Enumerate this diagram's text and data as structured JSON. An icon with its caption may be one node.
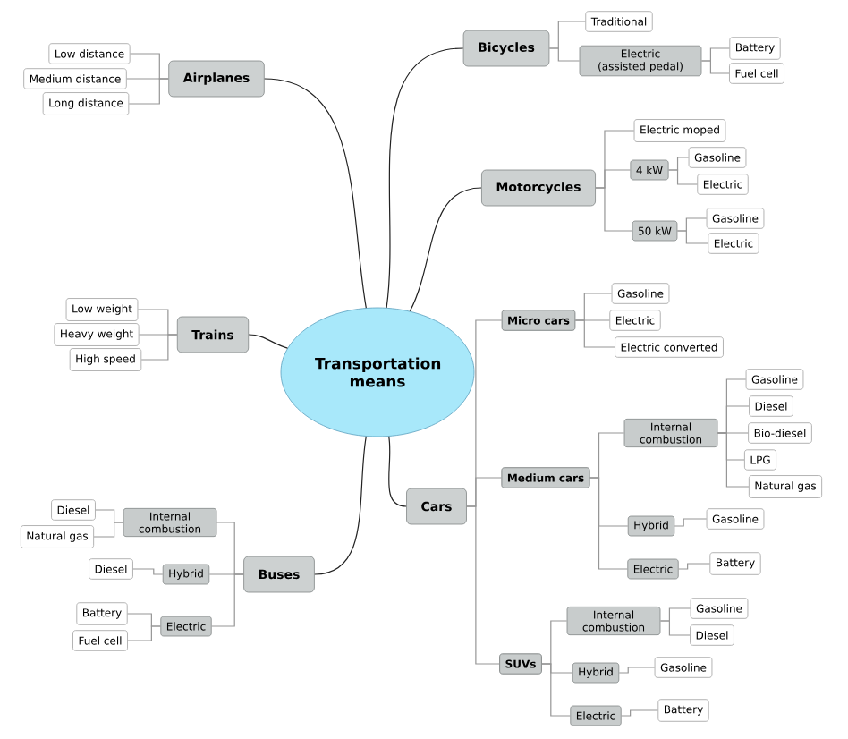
{
  "diagram": {
    "nodes": [
      {
        "text": [
          "Transportation means"
        ]
      },
      {
        "text": [
          "Airplanes"
        ]
      },
      {
        "text": [
          "Low distance"
        ]
      },
      {
        "text": [
          "Medium distance"
        ]
      },
      {
        "text": [
          "Long distance"
        ]
      },
      {
        "text": [
          "Trains"
        ]
      },
      {
        "text": [
          "Low weight"
        ]
      },
      {
        "text": [
          "Heavy weight"
        ]
      },
      {
        "text": [
          "High speed"
        ]
      },
      {
        "text": [
          "Bicycles"
        ]
      },
      {
        "text": [
          "Traditional"
        ]
      },
      {
        "text": [
          "Electric (assisted pedal)"
        ]
      },
      {
        "text": [
          "Battery"
        ]
      },
      {
        "text": [
          "Fuel cell"
        ]
      },
      {
        "text": [
          "Motorcycles"
        ]
      },
      {
        "text": [
          "Electric moped"
        ]
      },
      {
        "text": [
          "4 kW"
        ]
      },
      {
        "text": [
          "Gasoline"
        ]
      },
      {
        "text": [
          "Electric"
        ]
      },
      {
        "text": [
          "50 kW"
        ]
      },
      {
        "text": [
          "Gasoline"
        ]
      },
      {
        "text": [
          "Electric"
        ]
      },
      {
        "text": [
          "Cars"
        ]
      },
      {
        "text": [
          "Micro cars"
        ]
      },
      {
        "text": [
          "Gasoline"
        ]
      },
      {
        "text": [
          "Electric"
        ]
      },
      {
        "text": [
          "Electric converted"
        ]
      },
      {
        "text": [
          "Medium cars"
        ]
      },
      {
        "text": [
          "Internal combustion"
        ]
      },
      {
        "text": [
          "Gasoline"
        ]
      },
      {
        "text": [
          "Diesel"
        ]
      },
      {
        "text": [
          "Bio-diesel"
        ]
      },
      {
        "text": [
          "LPG"
        ]
      },
      {
        "text": [
          "Natural gas"
        ]
      },
      {
        "text": [
          "Hybrid"
        ]
      },
      {
        "text": [
          "Gasoline"
        ]
      },
      {
        "text": [
          "Electric"
        ]
      },
      {
        "text": [
          "Battery"
        ]
      },
      {
        "text": [
          "SUVs"
        ]
      },
      {
        "text": [
          "Internal combustion"
        ]
      },
      {
        "text": [
          "Gasoline"
        ]
      },
      {
        "text": [
          "Diesel"
        ]
      },
      {
        "text": [
          "Hybrid"
        ]
      },
      {
        "text": [
          "Gasoline"
        ]
      },
      {
        "text": [
          "Electric"
        ]
      },
      {
        "text": [
          "Battery"
        ]
      },
      {
        "text": [
          "Buses"
        ]
      },
      {
        "text": [
          "Internal combustion"
        ]
      },
      {
        "text": [
          "Diesel"
        ]
      },
      {
        "text": [
          "Natural gas"
        ]
      },
      {
        "text": [
          "Hybrid"
        ]
      },
      {
        "text": [
          "Diesel"
        ]
      },
      {
        "text": [
          "Electric"
        ]
      },
      {
        "text": [
          "Battery"
        ]
      },
      {
        "text": [
          "Fuel cell"
        ]
      }
    ],
    "edges": [
      {
        "from": 0,
        "to": 1,
        "arrow": "none",
        "color": "#222222"
      },
      {
        "from": 0,
        "to": 5,
        "arrow": "none",
        "color": "#222222"
      },
      {
        "from": 0,
        "to": 9,
        "arrow": "none",
        "color": "#222222"
      },
      {
        "from": 0,
        "to": 14,
        "arrow": "none",
        "color": "#222222"
      },
      {
        "from": 0,
        "to": 22,
        "arrow": "none",
        "color": "#222222"
      },
      {
        "from": 0,
        "to": 46,
        "arrow": "none",
        "color": "#222222"
      },
      {
        "from": 1,
        "to": 2,
        "arrow": "none"
      },
      {
        "from": 1,
        "to": 3,
        "arrow": "none"
      },
      {
        "from": 1,
        "to": 4,
        "arrow": "none"
      },
      {
        "from": 5,
        "to": 6,
        "arrow": "none"
      },
      {
        "from": 5,
        "to": 7,
        "arrow": "none"
      },
      {
        "from": 5,
        "to": 8,
        "arrow": "none"
      },
      {
        "from": 9,
        "to": 10,
        "arrow": "none"
      },
      {
        "from": 9,
        "to": 11,
        "arrow": "none"
      },
      {
        "from": 11,
        "to": 12,
        "arrow": "none"
      },
      {
        "from": 11,
        "to": 13,
        "arrow": "none"
      },
      {
        "from": 14,
        "to": 15,
        "arrow": "none"
      },
      {
        "from": 14,
        "to": 16,
        "arrow": "none"
      },
      {
        "from": 16,
        "to": 17,
        "arrow": "none"
      },
      {
        "from": 16,
        "to": 18,
        "arrow": "none"
      },
      {
        "from": 14,
        "to": 19,
        "arrow": "none"
      },
      {
        "from": 19,
        "to": 20,
        "arrow": "none"
      },
      {
        "from": 19,
        "to": 21,
        "arrow": "none"
      },
      {
        "from": 22,
        "to": 23,
        "arrow": "none"
      },
      {
        "from": 23,
        "to": 24,
        "arrow": "none"
      },
      {
        "from": 23,
        "to": 25,
        "arrow": "none"
      },
      {
        "from": 23,
        "to": 26,
        "arrow": "none"
      },
      {
        "from": 22,
        "to": 27,
        "arrow": "none"
      },
      {
        "from": 27,
        "to": 28,
        "arrow": "none"
      },
      {
        "from": 28,
        "to": 29,
        "arrow": "none"
      },
      {
        "from": 28,
        "to": 30,
        "arrow": "none"
      },
      {
        "from": 28,
        "to": 31,
        "arrow": "none"
      },
      {
        "from": 28,
        "to": 32,
        "arrow": "none"
      },
      {
        "from": 28,
        "to": 33,
        "arrow": "none"
      },
      {
        "from": 27,
        "to": 34,
        "arrow": "none"
      },
      {
        "from": 34,
        "to": 35,
        "arrow": "none"
      },
      {
        "from": 27,
        "to": 36,
        "arrow": "none"
      },
      {
        "from": 36,
        "to": 37,
        "arrow": "none"
      },
      {
        "from": 22,
        "to": 38,
        "arrow": "none"
      },
      {
        "from": 38,
        "to": 39,
        "arrow": "none"
      },
      {
        "from": 39,
        "to": 40,
        "arrow": "none"
      },
      {
        "from": 39,
        "to": 41,
        "arrow": "none"
      },
      {
        "from": 38,
        "to": 42,
        "arrow": "none"
      },
      {
        "from": 42,
        "to": 43,
        "arrow": "none"
      },
      {
        "from": 38,
        "to": 44,
        "arrow": "none"
      },
      {
        "from": 44,
        "to": 45,
        "arrow": "none"
      },
      {
        "from": 46,
        "to": 47,
        "arrow": "none"
      },
      {
        "from": 47,
        "to": 48,
        "arrow": "none"
      },
      {
        "from": 47,
        "to": 49,
        "arrow": "none"
      },
      {
        "from": 46,
        "to": 50,
        "arrow": "none"
      },
      {
        "from": 50,
        "to": 51,
        "arrow": "none"
      },
      {
        "from": 46,
        "to": 52,
        "arrow": "none"
      },
      {
        "from": 52,
        "to": 53,
        "arrow": "none"
      },
      {
        "from": 52,
        "to": 54,
        "arrow": "none"
      }
    ]
  }
}
